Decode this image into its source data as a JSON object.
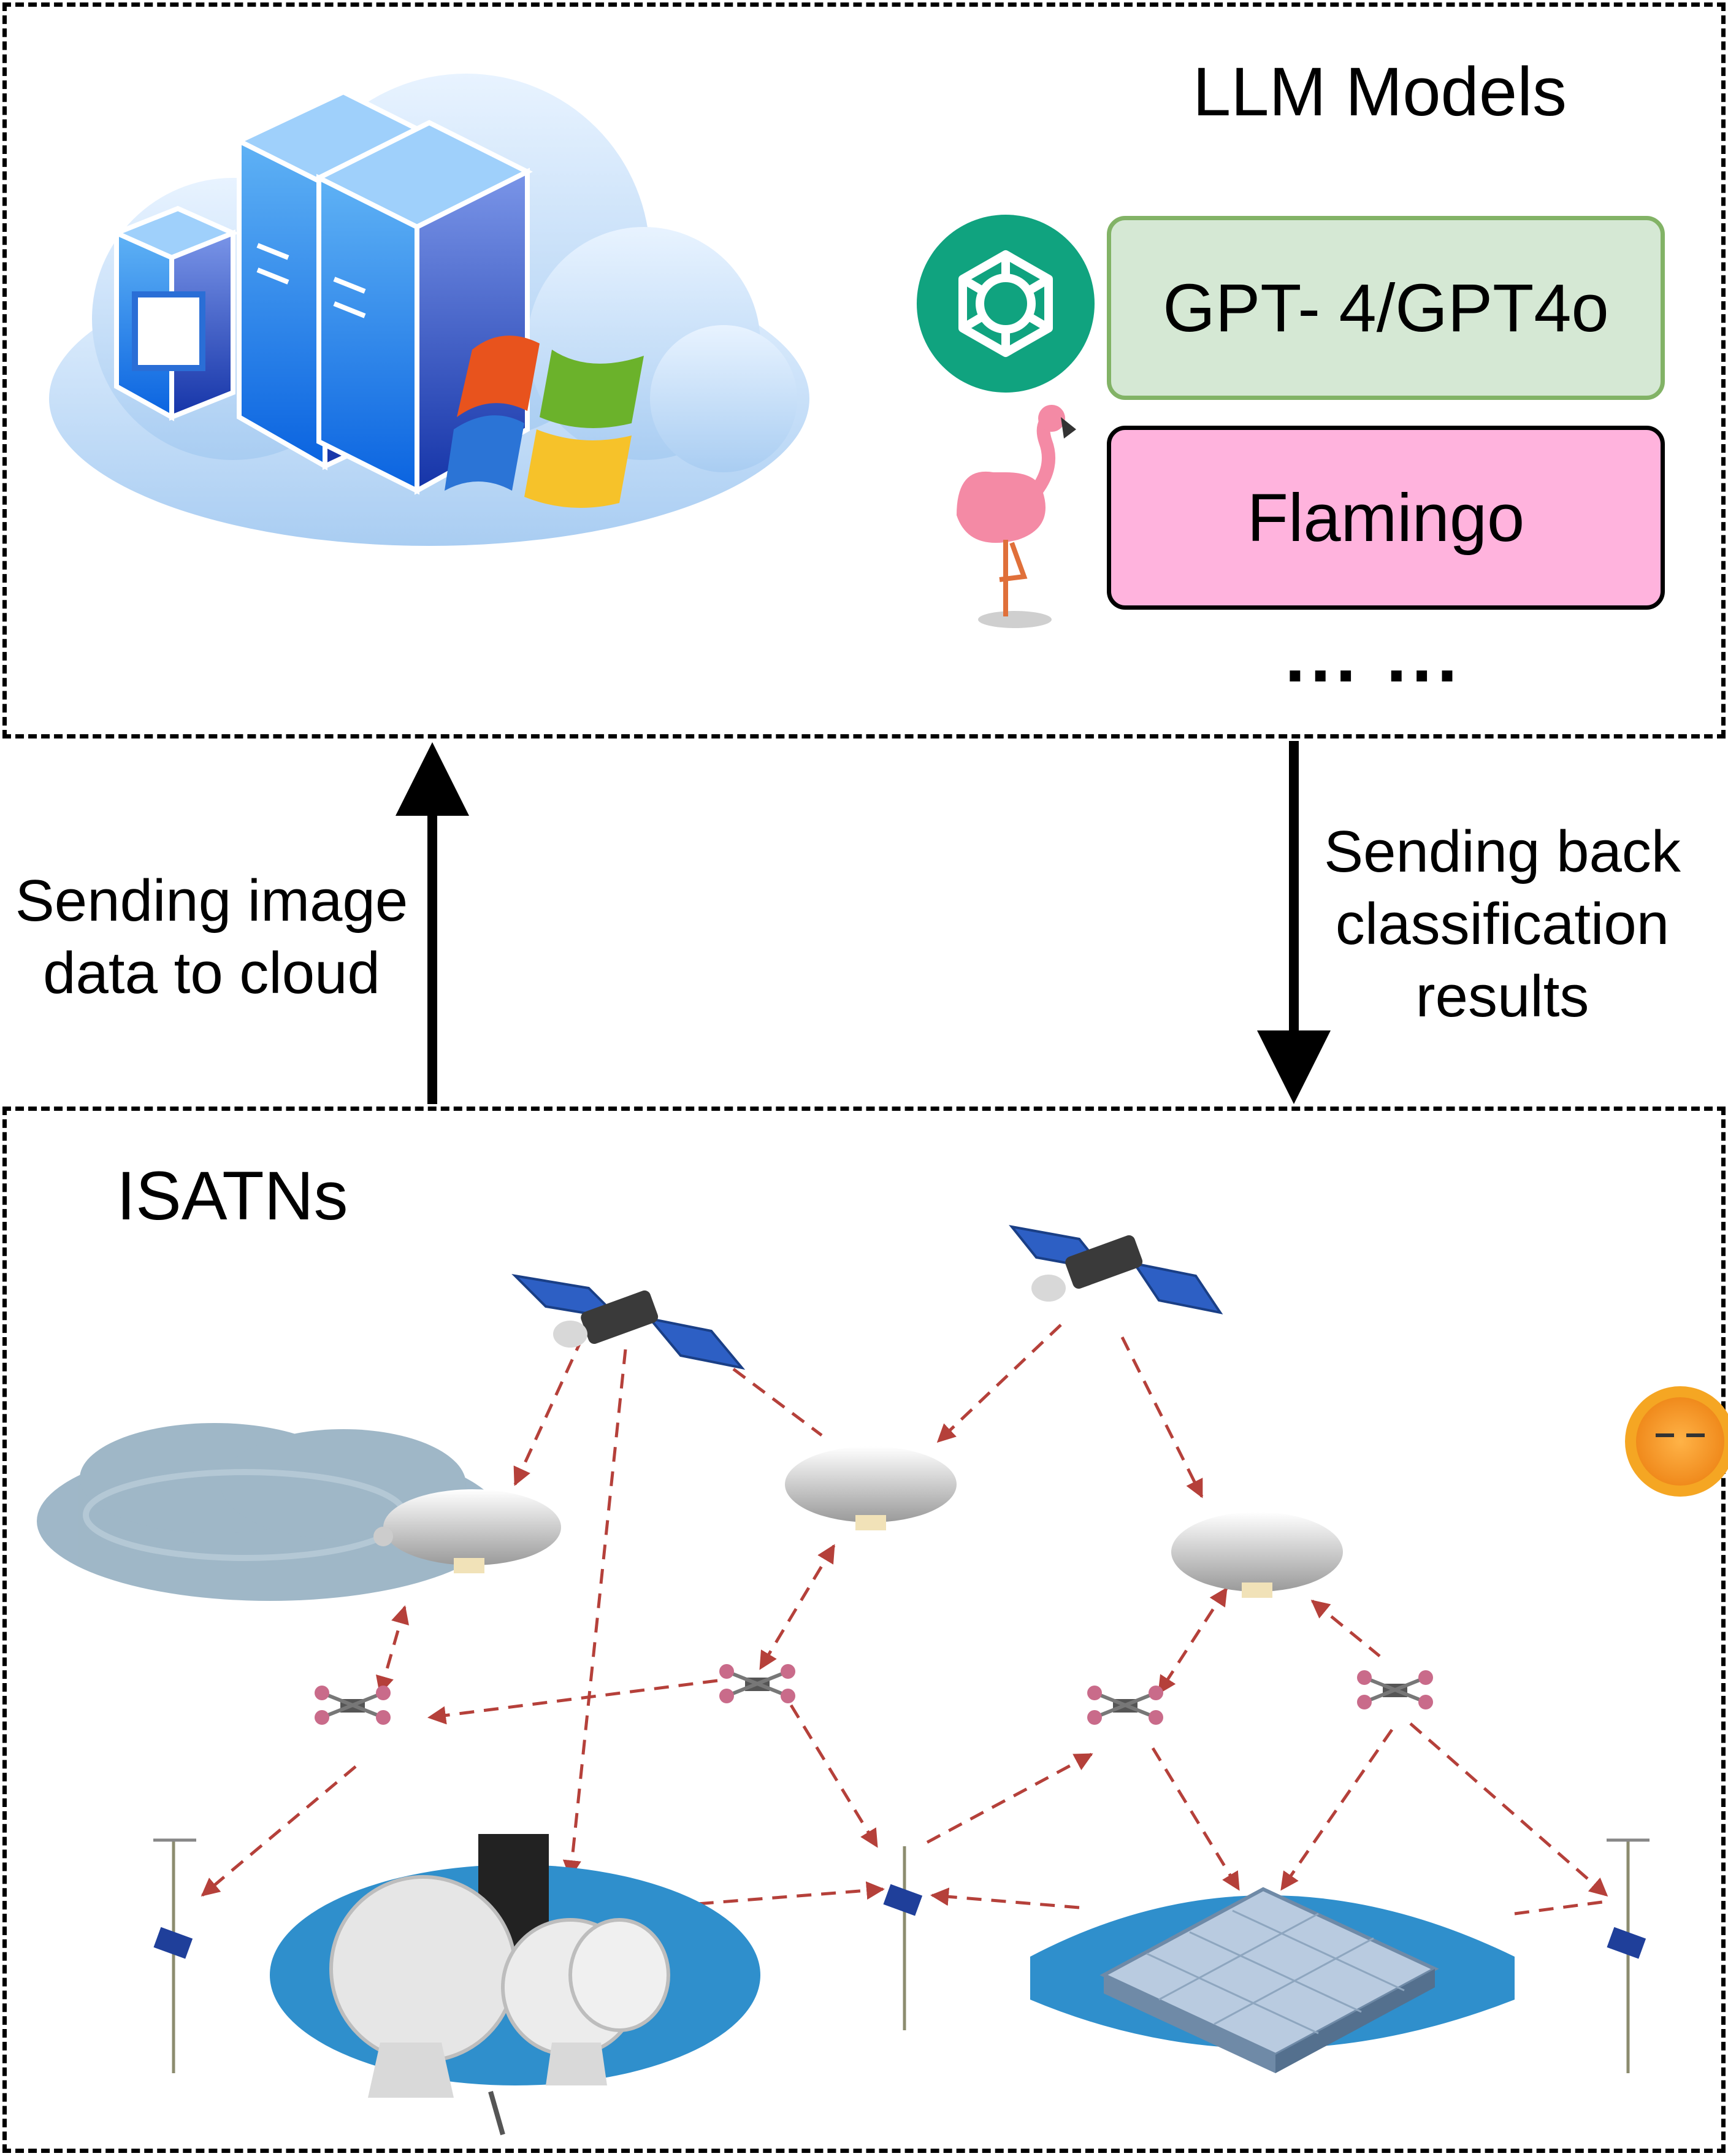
{
  "top_panel": {
    "title": "LLM Models",
    "models": [
      {
        "label": "GPT- 4/GPT4o",
        "icon": "openai-logo-icon",
        "fill": "#d5e8d4",
        "border": "#82b366"
      },
      {
        "label": "Flamingo",
        "icon": "flamingo-icon",
        "fill": "#ffb3dd",
        "border": "#000000"
      }
    ],
    "ellipsis": "... ...",
    "cloud_icon": "cloud-server-icon",
    "windows_icon": "windows-logo-icon"
  },
  "arrows": {
    "up_label": "Sending image data to cloud",
    "down_label": "Sending back classification results"
  },
  "bottom_panel": {
    "title": "ISATNs",
    "icons": [
      "satellite-icon",
      "airship-icon",
      "drone-icon",
      "ground-station-icon",
      "sensor-pole-icon",
      "sun-icon",
      "cloud-icon"
    ],
    "link_color": "#b5403a"
  }
}
